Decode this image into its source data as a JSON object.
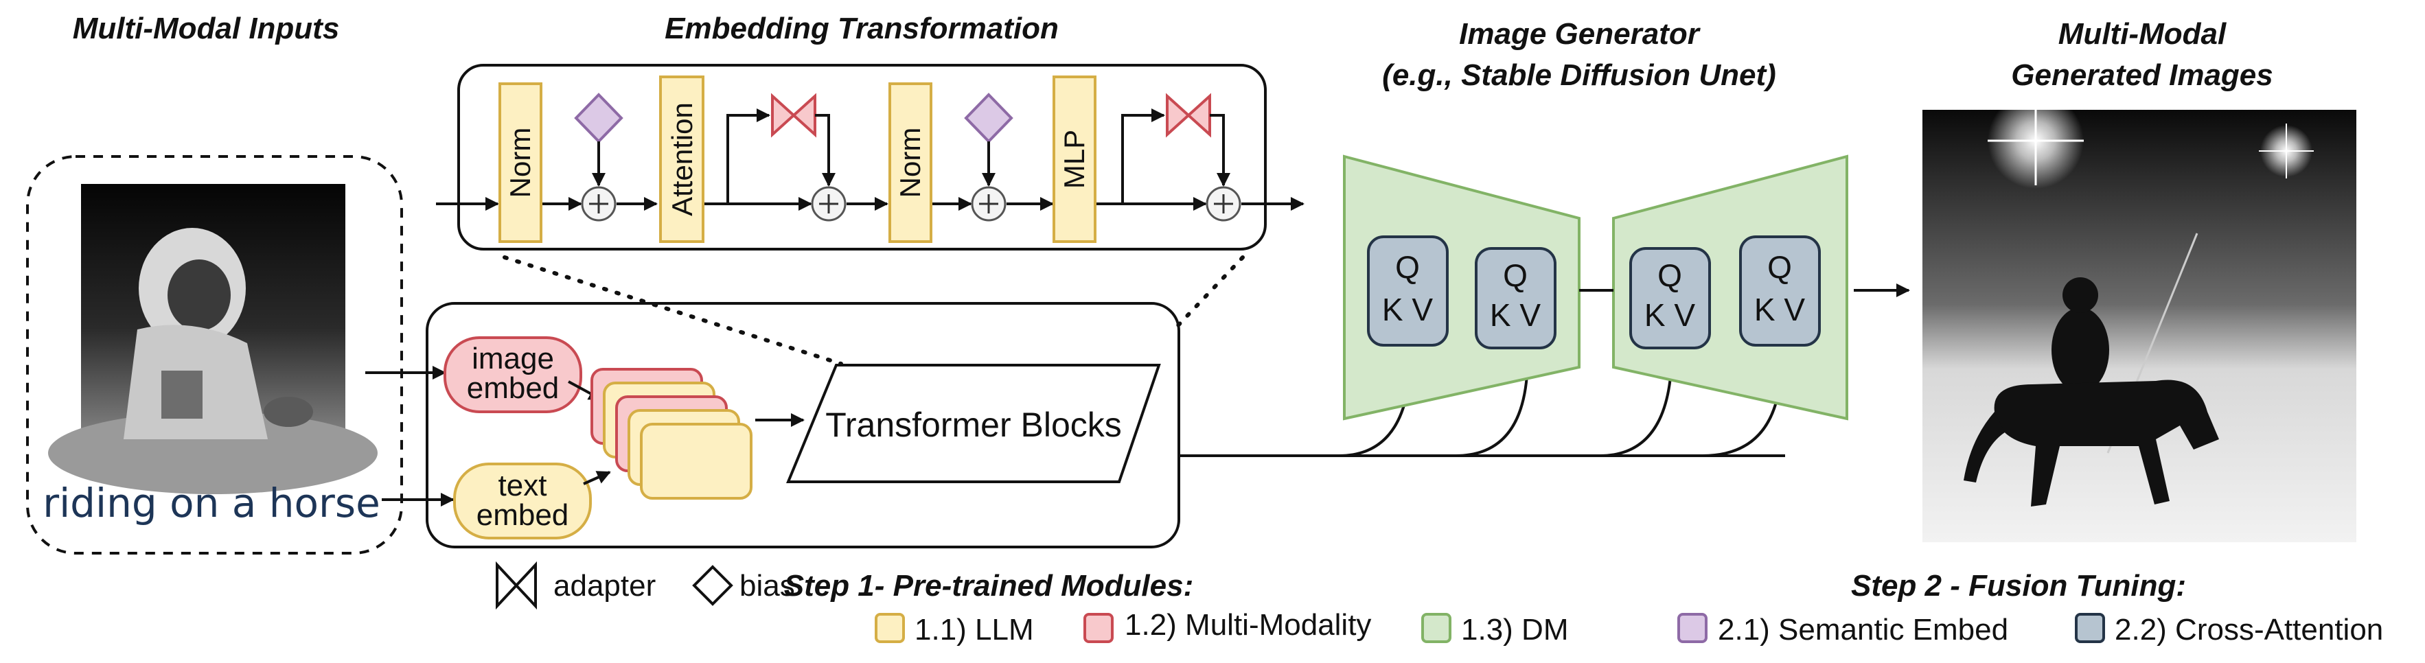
{
  "headers": {
    "inputs": "Multi-Modal Inputs",
    "embedding": "Embedding Transformation",
    "generator_line1": "Image Generator",
    "generator_line2": "(e.g., Stable Diffusion Unet)",
    "output_line1": "Multi-Modal",
    "output_line2": "Generated Images"
  },
  "inputs": {
    "text_prompt": "riding on a horse"
  },
  "embeddings": {
    "image_line1": "image",
    "image_line2": "embed",
    "text_line1": "text",
    "text_line2": "embed",
    "transformer": "Transformer Blocks"
  },
  "transformation_blocks": {
    "norm1": "Norm",
    "attention": "Attention",
    "norm2": "Norm",
    "mlp": "MLP"
  },
  "unet_blocks": {
    "q": "Q",
    "kv": "K V"
  },
  "legend": {
    "adapter": "adapter",
    "bias": "bias",
    "step1_title": "Step 1- Pre-trained Modules:",
    "step1_items": [
      "1.1) LLM",
      "1.2) Multi-Modality",
      "1.3) DM"
    ],
    "step2_title": "Step 2 - Fusion Tuning:",
    "step2_items": [
      "2.1) Semantic Embed",
      "2.2) Cross-Attention"
    ]
  },
  "colors": {
    "llm_fill": "#fdf0c2",
    "llm_stroke": "#d5ae45",
    "modality_fill": "#f8c9cc",
    "modality_stroke": "#c94a52",
    "dm_fill": "#d4e8cb",
    "dm_stroke": "#82b366",
    "semantic_fill": "#dcc9e6",
    "semantic_stroke": "#8e6aa6",
    "cross_fill": "#b6c4d0",
    "cross_stroke": "#243447"
  }
}
